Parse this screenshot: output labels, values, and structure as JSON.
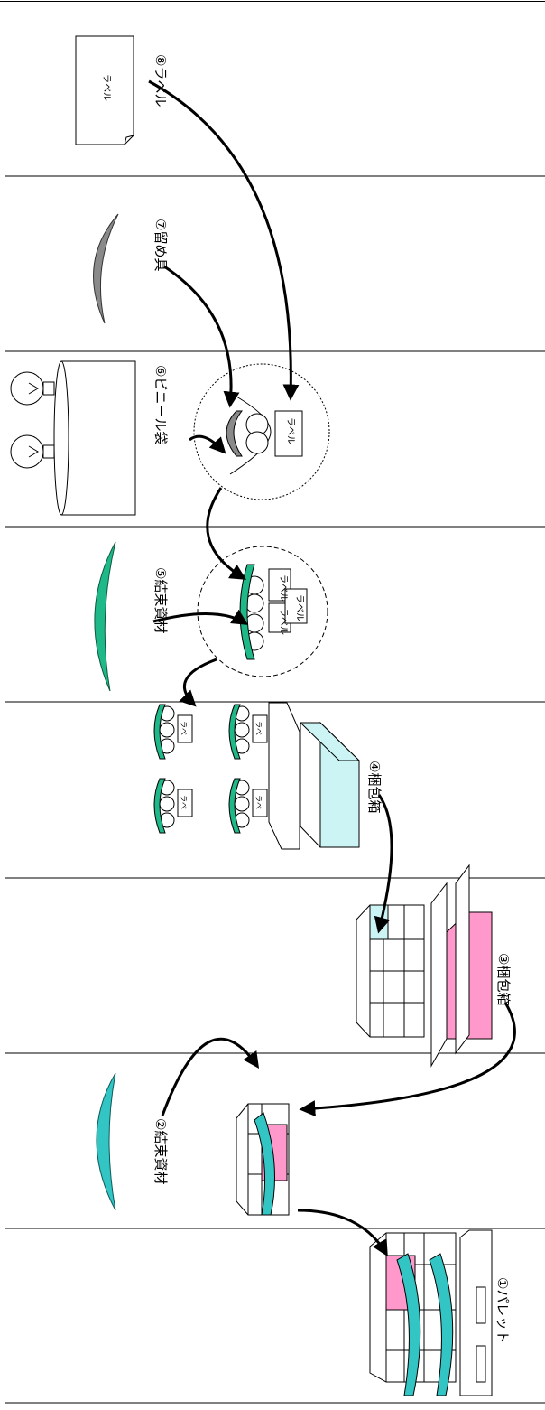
{
  "steps": [
    {
      "label": "①パレット"
    },
    {
      "label": "②結束資材"
    },
    {
      "label": "③梱包箱"
    },
    {
      "label": "④梱包箱"
    },
    {
      "label": "⑤結束資材"
    },
    {
      "label": "⑥ビニール袋"
    },
    {
      "label": "⑦留め具"
    },
    {
      "label": "⑧ラベル"
    }
  ],
  "label_text": "ラベル",
  "label_text_short": "ラべ",
  "colors": {
    "teal": "#33c4c4",
    "green": "#1fb888",
    "pink": "#ff99cc",
    "lightblue": "#cdf4f4",
    "gray": "#8a8a8a",
    "line": "#000000"
  }
}
